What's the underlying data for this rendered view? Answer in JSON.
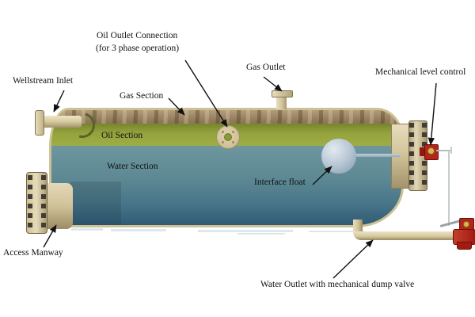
{
  "diagram": {
    "type": "horizontal-three-phase-separator-cutaway",
    "labels": {
      "oil_outlet_line1": "Oil Outlet Connection",
      "oil_outlet_line2": "(for 3 phase operation)",
      "gas_outlet": "Gas Outlet",
      "mechanical_level_control": "Mechanical level control",
      "wellstream_inlet": "Wellstream Inlet",
      "gas_section": "Gas Section",
      "oil_section": "Oil Section",
      "water_section": "Water Section",
      "interface_float": "Interface float",
      "access_manway": "Access Manway",
      "water_outlet": "Water Outlet with mechanical dump valve"
    },
    "colors": {
      "background": "#ffffff",
      "gas_section": "#98846a",
      "oil_section": "#93a23c",
      "water_section_top": "#6d969e",
      "water_section_bottom": "#2f5b75",
      "vessel_metal": "#d9cca4",
      "valve_red": "#b3251b",
      "float": "#bccad7",
      "linkage_gray": "#c6ccd0",
      "label_text": "#111111"
    }
  }
}
